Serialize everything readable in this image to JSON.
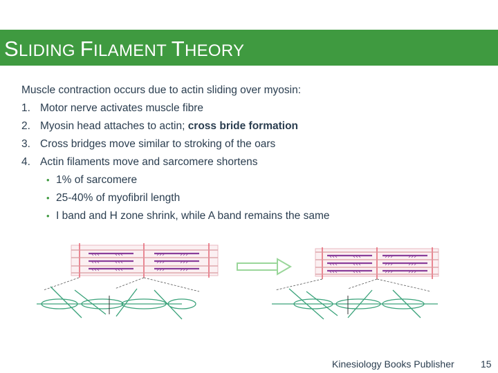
{
  "slide": {
    "title_parts": [
      {
        "cap": "S",
        "rest": "LIDING "
      },
      {
        "cap": "F",
        "rest": "ILAMENT "
      },
      {
        "cap": "T",
        "rest": "HEORY"
      }
    ],
    "intro": "Muscle contraction occurs due to actin sliding over myosin:",
    "steps": [
      {
        "num": "1.",
        "text": "Motor nerve activates muscle fibre",
        "bold": ""
      },
      {
        "num": "2.",
        "text": "Myosin head attaches to actin; ",
        "bold": "cross bride formation"
      },
      {
        "num": "3.",
        "text": "Cross bridges move similar to stroking of the oars",
        "bold": ""
      },
      {
        "num": "4.",
        "text": "Actin filaments move and sarcomere shortens",
        "bold": ""
      }
    ],
    "bullet_glyph": "•",
    "bullets": [
      "1% of sarcomere",
      "25-40% of myofibril length",
      "I band and H zone shrink, while A band remains the same"
    ]
  },
  "diagram": {
    "description_icon": "sarcomere-contraction-illustration",
    "colors": {
      "z_line": "#e35a6a",
      "actin": "#d99aa0",
      "myosin": "#8a3d9a",
      "cross_bridge": "#3aa27a",
      "arrow": "#9ad69a"
    }
  },
  "footer": {
    "publisher": "Kinesiology Books Publisher",
    "page": "15"
  }
}
